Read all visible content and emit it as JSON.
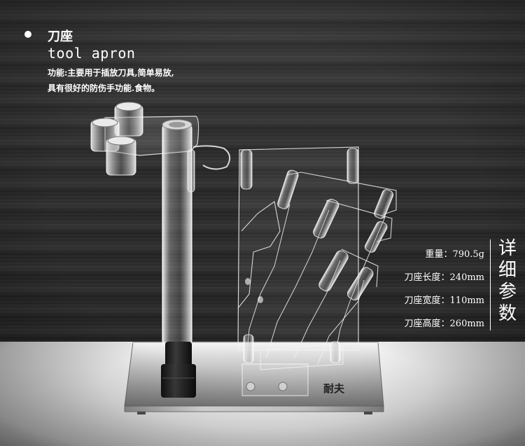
{
  "header": {
    "title_cn": "刀座",
    "title_en": "tool apron",
    "description": [
      "功能:主要用于插放刀具,简单易放,",
      "具有很好的防伤手功能.食物。"
    ]
  },
  "specs": {
    "heading": [
      "详",
      "细",
      "参",
      "数"
    ],
    "items": [
      "重量：790.5g",
      "刀座长度：240mm",
      "刀座宽度：110mm",
      "刀座高度：260mm"
    ]
  },
  "product": {
    "brand_mark": "耐夫"
  }
}
